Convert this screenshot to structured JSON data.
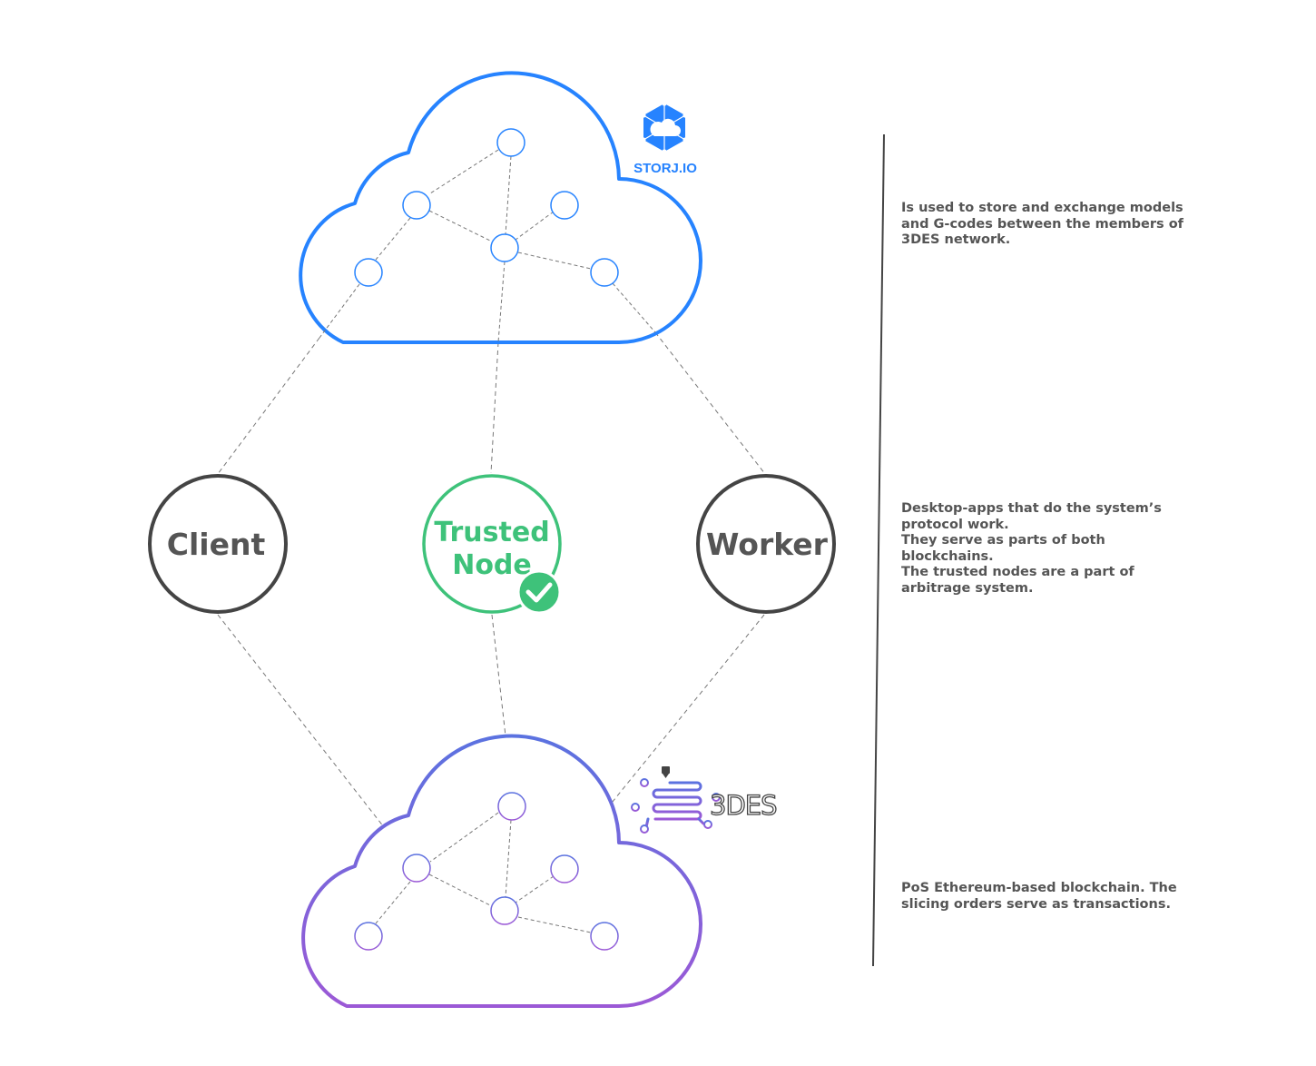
{
  "colors": {
    "storj_blue": "#2683ff",
    "trusted_green": "#3ec27a",
    "node_dark": "#444444",
    "gradient_top": "#5b72e0",
    "gradient_bottom": "#9b59d6",
    "text": "#555555"
  },
  "nodes": {
    "client": {
      "label": "Client"
    },
    "trusted": {
      "label_line1": "Trusted",
      "label_line2": "Node"
    },
    "worker": {
      "label": "Worker"
    }
  },
  "logos": {
    "storj": {
      "text": "STORJ.IO",
      "icon": "storj-hexagon-cloud-icon"
    },
    "threedes": {
      "text": "3DES",
      "icon": "3des-printer-circuit-icon"
    }
  },
  "descriptions": {
    "storj": [
      "Is used to store and exchange models",
      "and G-codes between the members of",
      "3DES network."
    ],
    "apps": [
      "Desktop-apps that do the system’s",
      "protocol work.",
      "They serve as parts of both",
      "blockchains.",
      "The trusted nodes are a part of",
      "arbitrage system."
    ],
    "chain": [
      "PoS Ethereum-based blockchain. The",
      "slicing orders serve as transactions."
    ]
  }
}
